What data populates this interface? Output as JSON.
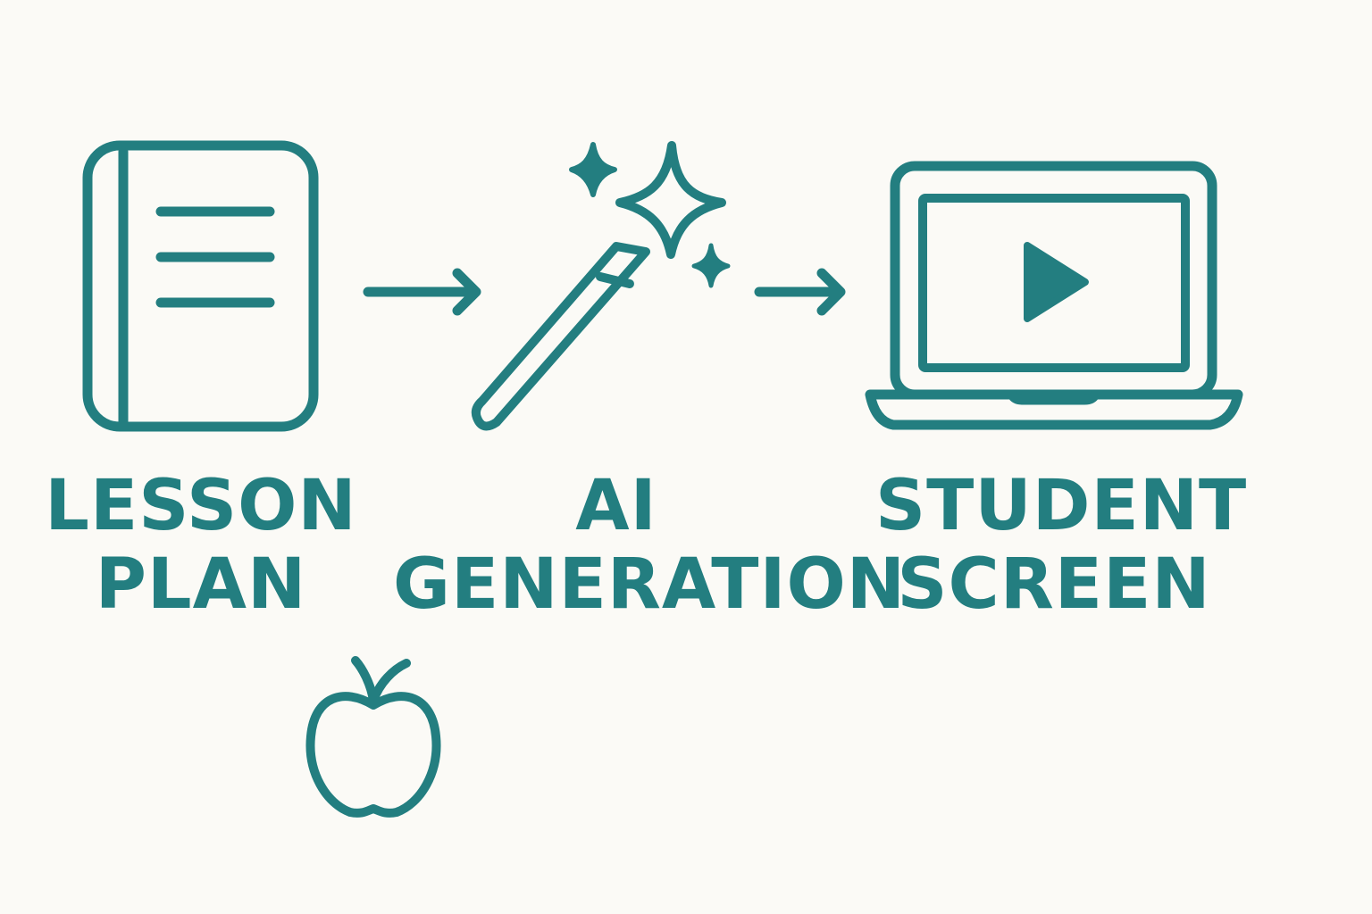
{
  "colors": {
    "accent": "#237e80",
    "background": "#fbfaf6"
  },
  "steps": [
    {
      "icon": "book-icon",
      "line1": "LESSON",
      "line2": "PLAN"
    },
    {
      "icon": "magic-wand-icon",
      "line1": "AI",
      "line2": "GENERATION"
    },
    {
      "icon": "laptop-play-icon",
      "line1": "STUDENT",
      "line2": "SCREEN"
    }
  ],
  "connectors": [
    "arrow-right-icon",
    "arrow-right-icon"
  ],
  "decoration": {
    "icon": "apple-icon"
  }
}
